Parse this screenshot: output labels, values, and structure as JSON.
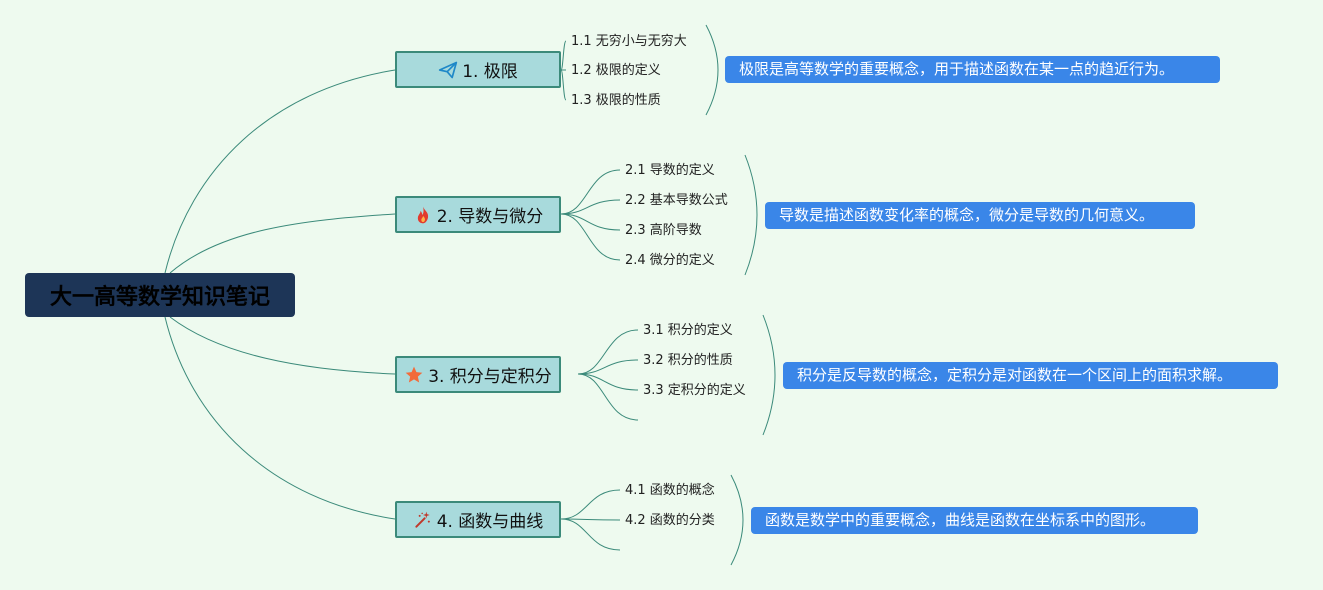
{
  "root": {
    "title": "大一高等数学知识笔记"
  },
  "branches": [
    {
      "title": "1. 极限",
      "icon": "paper-plane-icon",
      "leaves": [
        "1.1 无穷小与无穷大",
        "1.2 极限的定义",
        "1.3 极限的性质"
      ],
      "summary": "极限是高等数学的重要概念，用于描述函数在某一点的趋近行为。"
    },
    {
      "title": "2. 导数与微分",
      "icon": "fire-icon",
      "leaves": [
        "2.1 导数的定义",
        "2.2 基本导数公式",
        "2.3 高阶导数",
        "2.4 微分的定义"
      ],
      "summary": "导数是描述函数变化率的概念，微分是导数的几何意义。"
    },
    {
      "title": "3. 积分与定积分",
      "icon": "star-icon",
      "leaves": [
        "3.1 积分的定义",
        "3.2 积分的性质",
        "3.3 定积分的定义",
        ""
      ],
      "summary": "积分是反导数的概念，定积分是对函数在一个区间上的面积求解。"
    },
    {
      "title": "4. 函数与曲线",
      "icon": "magic-wand-icon",
      "leaves": [
        "4.1 函数的概念",
        "4.2 函数的分类",
        ""
      ],
      "summary": "函数是数学中的重要概念，曲线是函数在坐标系中的图形。"
    }
  ],
  "colors": {
    "background": "#eefaef",
    "root_fill": "#1d3557",
    "branch_fill": "#a8dadc",
    "branch_border": "#3b8a7a",
    "summary_fill": "#3a86e8",
    "connector": "#3b8a7a"
  }
}
